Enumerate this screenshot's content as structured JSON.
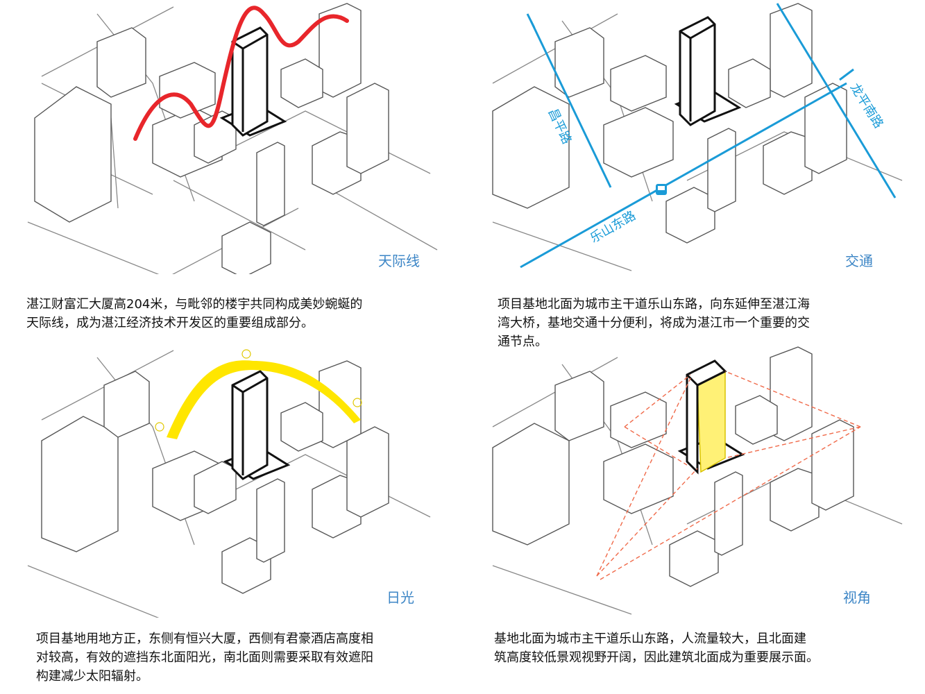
{
  "panels": [
    {
      "id": "skyline",
      "tag": "天际线",
      "description": "湛江财富汇大厦高204米，与毗邻的楼宇共同构成美妙蜿蜒的\n天际线，成为湛江经济技术开发区的重要组成部分。",
      "accent": "#e8262b"
    },
    {
      "id": "traffic",
      "tag": "交通",
      "description": "项目基地北面为城市主干道乐山东路，向东延伸至湛江海\n湾大桥，基地交通十分便利，将成为湛江市一个重要的交\n通节点。",
      "accent": "#1a9bd7",
      "roads": [
        "昌平路",
        "乐山东路",
        "龙平南路"
      ]
    },
    {
      "id": "sunlight",
      "tag": "日光",
      "description": "项目基地用地方正，东侧有恒兴大厦，西侧有君豪酒店高度相\n对较高，有效的遮挡东北面阳光，南北面则需要采取有效遮阳\n构建减少太阳辐射。",
      "accent": "#ffe600"
    },
    {
      "id": "view",
      "tag": "视角",
      "description": "基地北面为城市主干道乐山东路，人流量较大，且北面建\n筑高度较低景观视野开阔，因此建筑北面成为重要展示面。",
      "accent": "#f06a4a"
    }
  ]
}
